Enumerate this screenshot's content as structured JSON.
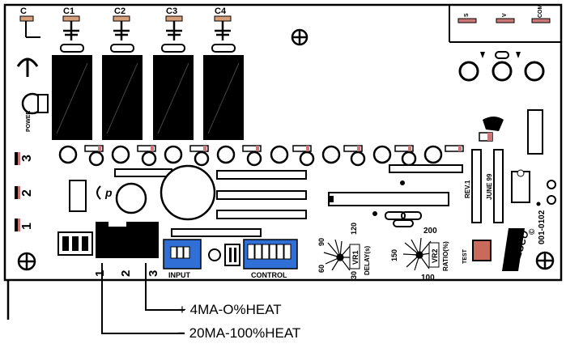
{
  "board": {
    "caps": {
      "c": "C",
      "c1": "C1",
      "c2": "C2",
      "c3": "C3",
      "c4": "C4"
    },
    "terminals_right": {
      "s": "S",
      "v": "V",
      "com": "COM"
    },
    "power_label": "POWER",
    "side_numbers": {
      "n3": "3",
      "n2": "2",
      "n1": "1"
    },
    "rev": "REV.1",
    "date": "JUNE 99",
    "logo": "WESCO",
    "part_no": "001-0102",
    "copyright": "©",
    "connector_numbers": {
      "n1": "1",
      "n2": "2",
      "n3": "3"
    },
    "input_label": "INPUT",
    "control_label": "CONTROL",
    "vr1": {
      "name": "VR1",
      "label": "DELAY(s)",
      "t30": "30",
      "t60": "60",
      "t90": "90",
      "t120": "120"
    },
    "vr2": {
      "name": "VR2",
      "label": "RATIO(%)",
      "t100": "100",
      "t150": "150",
      "t200": "200"
    },
    "test_label": "TEST",
    "colors": {
      "input_block": "#2f6fd6",
      "control_block": "#2f6fd6",
      "test_button": "#c96a5a",
      "cap_cap": "#d8a07a"
    }
  },
  "wiring": {
    "plus_label": "+ 4MA-O%HEAT",
    "minus_label": "− 20MA-100%HEAT"
  }
}
